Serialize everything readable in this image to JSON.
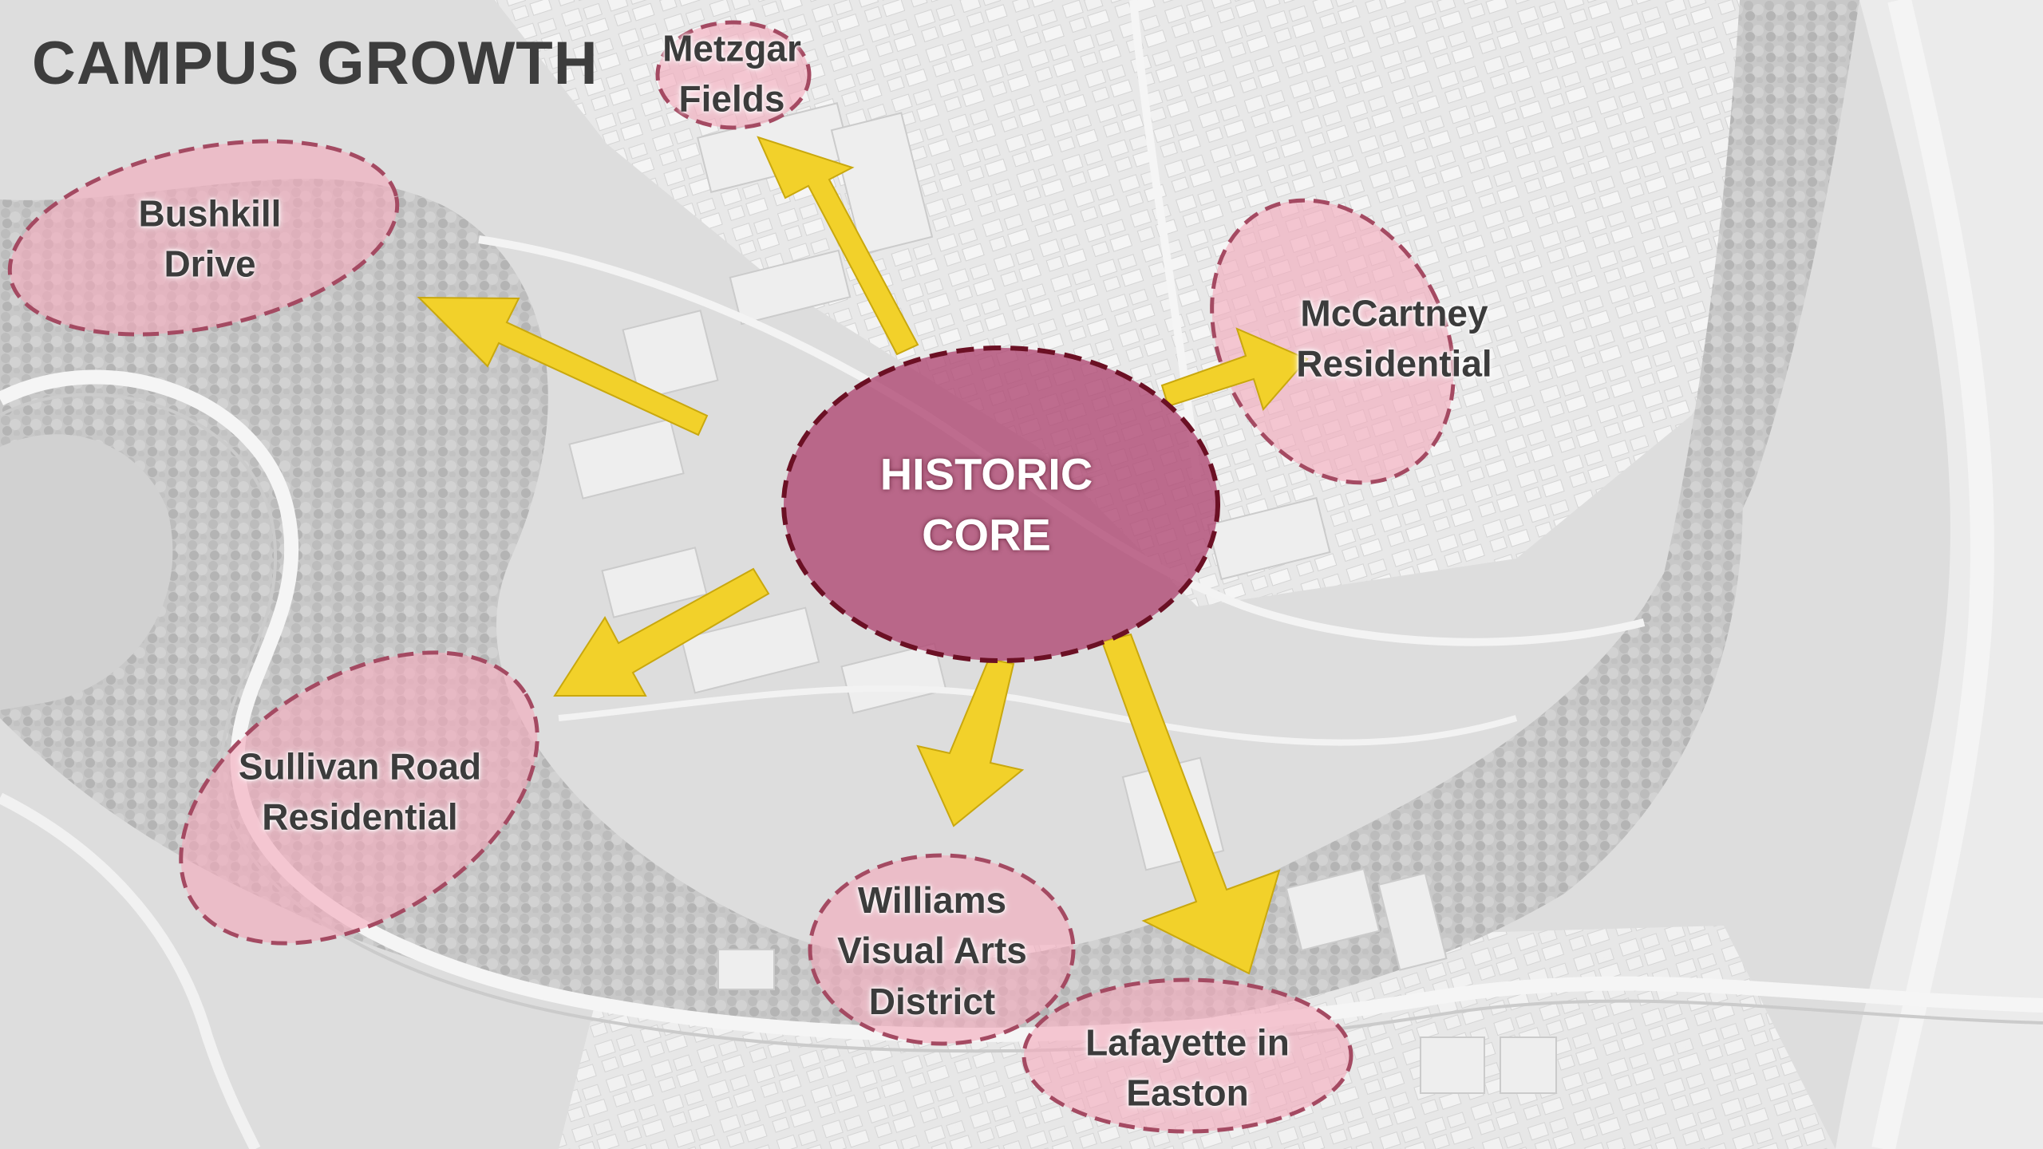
{
  "title": "CAMPUS GROWTH",
  "colors": {
    "zone_fill": "#f4a9bc",
    "zone_stroke": "#a44a62",
    "core_fill": "#b04a74",
    "core_stroke": "#6b1024",
    "arrow": "#f2d12a",
    "title": "#3d3d3d",
    "label": "#3c3c3c"
  },
  "core": {
    "lines": [
      "HISTORIC",
      "CORE"
    ]
  },
  "zones": [
    {
      "id": "metzgar-fields",
      "lines": [
        "Metzgar",
        "Fields"
      ]
    },
    {
      "id": "bushkill-drive",
      "lines": [
        "Bushkill",
        "Drive"
      ]
    },
    {
      "id": "mccartney-residential",
      "lines": [
        "McCartney",
        "Residential"
      ]
    },
    {
      "id": "sullivan-road-residential",
      "lines": [
        "Sullivan Road",
        "Residential"
      ]
    },
    {
      "id": "williams-visual-arts-district",
      "lines": [
        "Williams",
        "Visual Arts",
        "District"
      ]
    },
    {
      "id": "lafayette-in-easton",
      "lines": [
        "Lafayette in",
        "Easton"
      ]
    }
  ]
}
